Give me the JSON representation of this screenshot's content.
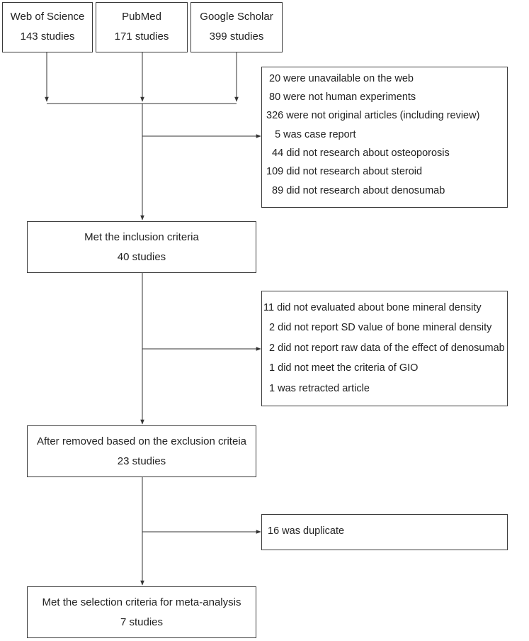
{
  "sources": [
    {
      "name": "Web of Science",
      "count": "143 studies"
    },
    {
      "name": "PubMed",
      "count": "171 studies"
    },
    {
      "name": "Google Scholar",
      "count": "399 studies"
    }
  ],
  "exclusion_1": {
    "lines": [
      " 20 were unavailable on the web",
      " 80 were not human experiments",
      "326 were not original articles (including review)",
      "   5 was case report",
      "  44 did not research about osteoporosis",
      "109 did not research about steroid",
      "  89 did not research about denosumab"
    ]
  },
  "stage_inclusion": {
    "title": "Met the inclusion criteria",
    "count": "40 studies"
  },
  "exclusion_2": {
    "lines": [
      "11 did not evaluated about bone mineral density",
      "  2 did not report SD value of bone mineral density",
      "  2 did not report raw data of the effect of denosumab",
      "  1 did not meet the criteria of GIO",
      "  1 was retracted article"
    ]
  },
  "stage_exclusion": {
    "title": "After removed based on the exclusion criteia",
    "count": "23 studies"
  },
  "exclusion_3": {
    "lines": [
      " 16 was duplicate"
    ]
  },
  "stage_final": {
    "title": "Met the selection criteria for meta-analysis",
    "count": "7 studies"
  }
}
